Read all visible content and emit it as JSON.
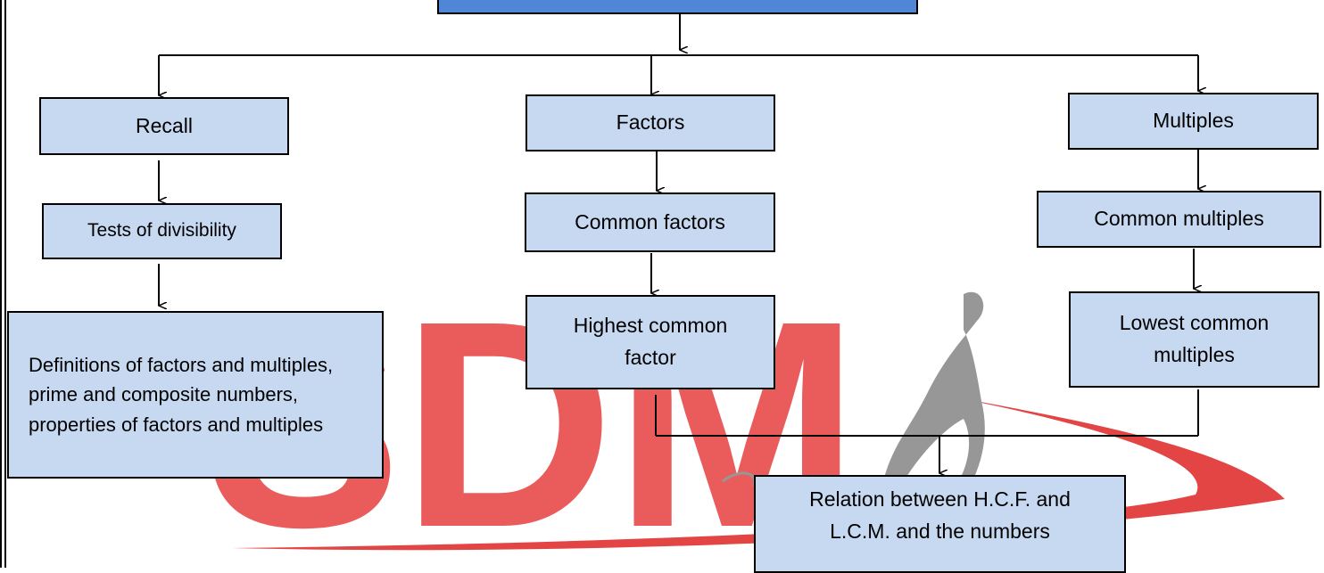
{
  "diagram": {
    "root": {
      "label": ""
    },
    "branches": {
      "recall": {
        "title": "Recall",
        "step1": "Tests of divisibility",
        "step2": "Definitions of factors and multiples, prime and composite numbers, properties of factors and multiples"
      },
      "factors": {
        "title": "Factors",
        "step1": "Common factors",
        "step2": "Highest common factor"
      },
      "multiples": {
        "title": "Multiples",
        "step1": "Common multiples",
        "step2": "Lowest common multiples"
      }
    },
    "relation": "Relation between H.C.F. and L.C.M. and the numbers"
  },
  "watermark": {
    "letters": "SDM",
    "colors": {
      "letters": "#e84a4a",
      "swoosh": "#e03030",
      "figure": "#8c8c8c"
    }
  },
  "colors": {
    "box_fill": "#c6d9f1",
    "root_fill": "#4f86d6",
    "line": "#000000"
  }
}
